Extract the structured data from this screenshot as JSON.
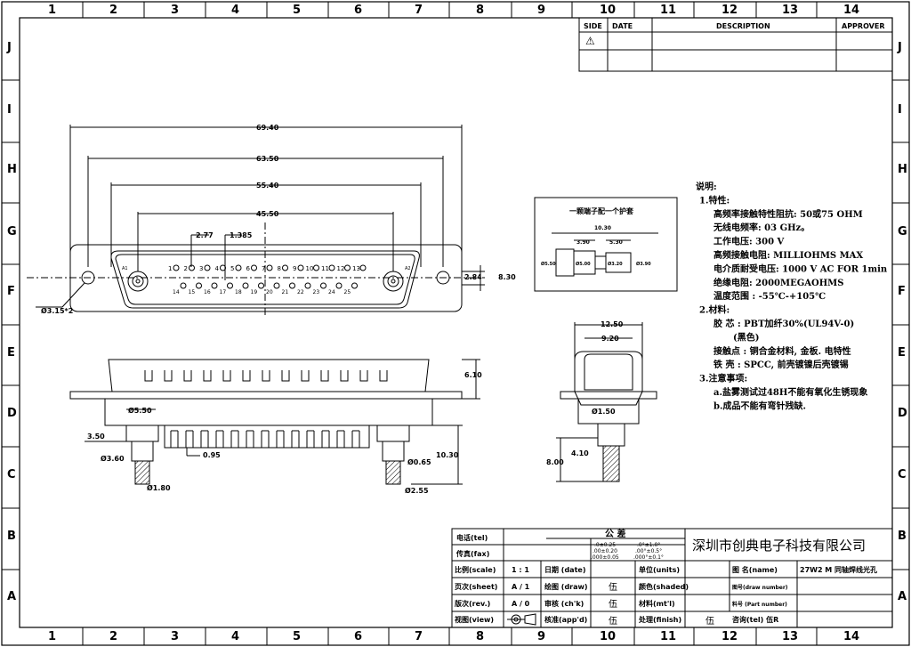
{
  "grid": {
    "cols": [
      "1",
      "2",
      "3",
      "4",
      "5",
      "6",
      "7",
      "8",
      "9",
      "10",
      "11",
      "12",
      "13",
      "14"
    ],
    "rows": [
      "J",
      "I",
      "H",
      "G",
      "F",
      "E",
      "D",
      "C",
      "B",
      "A"
    ]
  },
  "revision_block": {
    "headers": {
      "side": "SIDE",
      "date": "DATE",
      "description": "DESCRIPTION",
      "approver": "APPROVER"
    },
    "symbol": "⚠"
  },
  "front_view": {
    "dims": {
      "d1": "69.40",
      "d2": "63.50",
      "d3": "55.40",
      "d4": "45.50",
      "pitch1": "2.77",
      "pitch2": "1.385",
      "height1": "2.84",
      "height2": "8.30",
      "hole": "Ø3.15*2"
    },
    "pins_top": [
      "1",
      "2",
      "3",
      "4",
      "5",
      "6",
      "7",
      "8",
      "9",
      "10",
      "11",
      "12",
      "13"
    ],
    "pins_bottom": [
      "14",
      "15",
      "16",
      "17",
      "18",
      "19",
      "20",
      "21",
      "22",
      "23",
      "24",
      "25"
    ],
    "coax": {
      "left": "A1",
      "right": "A2"
    }
  },
  "side_view": {
    "dims": {
      "h": "6.10",
      "d55": "Ø5.50",
      "h35": "3.50",
      "d36": "Ø3.60",
      "d18": "Ø1.80",
      "w095": "0.95",
      "d065": "Ø0.65",
      "h103": "10.30",
      "d255": "Ø2.55"
    }
  },
  "coax_detail": {
    "title": "一颗端子配一个护套",
    "dims": {
      "len": "10.30",
      "a": "3.90",
      "b": "5.30",
      "c": "Ø5.50",
      "d": "Ø5.00",
      "e": "Ø3.20",
      "f": "Ø3.90"
    }
  },
  "end_view": {
    "dims": {
      "w1": "12.50",
      "w2": "9.20",
      "d15": "Ø1.50",
      "h41": "4.10",
      "h80": "8.00"
    }
  },
  "notes": [
    "说明:",
    "1.特性:",
    "高频率接触特性阻抗: 50或75 OHM",
    "无线电频率: 03 GHz。",
    "工作电压: 300 V",
    "高频接触电阻: MILLIOHMS MAX",
    "电介质耐受电压: 1000 V AC FOR 1min",
    "绝缘电阻: 2000MEGAOHMS",
    "温度范围 : -55℃-+105℃",
    "2.材料:",
    "胶 芯 : PBT加纤30%(UL94V-0)",
    "(黑色)",
    "接触点 : 铜合金材料, 金板. 电特性",
    "铁 壳 : SPCC, 前壳镀镍后壳镀锡",
    "3.注意事项:",
    "a.盐雾测试过48H不能有氧化生锈现象",
    "b.成品不能有弯针残缺."
  ],
  "title_block": {
    "tel_label": "电话(tel)",
    "fax_label": "传真(fax)",
    "tolerance_title": "公  差",
    "tol_lines": [
      ".0±0.25",
      ".00±0.20",
      ".000±0.05"
    ],
    "tol_ang": [
      ".0°±1.0°",
      ".00°±0.5°",
      ".000°±0.1°"
    ],
    "company": "深圳市创典电子科技有限公司",
    "scale_label": "比例(scale)",
    "scale_val": "1 : 1",
    "date_label": "日期 (date)",
    "units_label": "单位(units)",
    "name_label": "图  名(name)",
    "name_val": "27W2 M 同轴焊线光孔",
    "sheet_label": "页次(sheet)",
    "sheet_val": "A / 1",
    "draw_label": "绘图 (draw)",
    "draw_val": "伍",
    "shaded_label": "颜色(shaded)",
    "drawing_no_label": "图号(draw number)",
    "rev_label": "版次(rev.)",
    "rev_val": "A / 0",
    "check_label": "审核 (ch'k)",
    "check_val": "伍",
    "material_label": "材料(mt'l)",
    "part_no_label": "料号 (Part number)",
    "view_label": "视图(view)",
    "approve_label": "核准(app'd)",
    "approve_val": "伍",
    "finish_label": "处理(finish)",
    "finish_val": "伍",
    "inquiry_label": "咨询(tel) 伍R"
  }
}
